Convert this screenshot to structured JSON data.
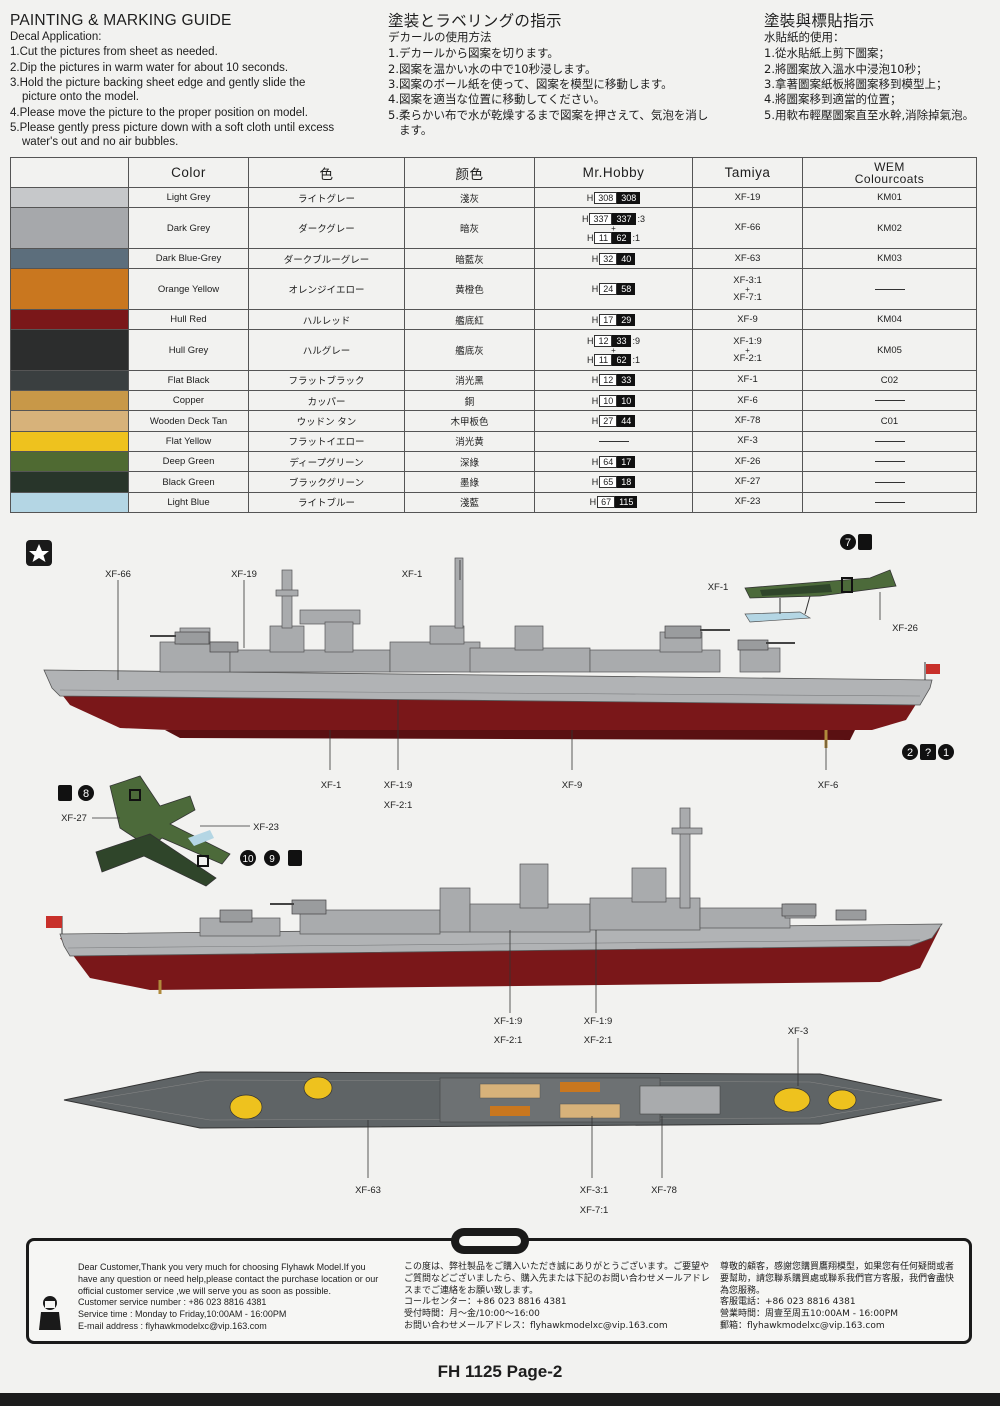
{
  "guide": {
    "en": {
      "title": "PAINTING & MARKING GUIDE",
      "sub": "Decal Application:",
      "steps": [
        "1.Cut the pictures from sheet as needed.",
        "2.Dip the pictures in warm water for about  10 seconds.",
        "3.Hold the picture backing sheet edge and gently slide the picture onto the model.",
        "4.Please move the picture to the proper position on model.",
        "5.Please gently press picture down with a soft cloth until excess water's out and no air bubbles."
      ]
    },
    "jp": {
      "title": "塗装とラベリングの指示",
      "sub": "デカールの使用方法",
      "steps": [
        "1.デカールから図案を切ります。",
        "2.図案を温かい水の中で10秒浸します。",
        "3.図案のボール紙を使って、図案を模型に移動します。",
        "4.図案を適当な位置に移動してください。",
        "5.柔らかい布で水が乾燥するまで図案を押さえて、気泡を消します。"
      ]
    },
    "zh": {
      "title": "塗裝與標貼指示",
      "sub": "水貼紙的使用：",
      "steps": [
        "1.從水貼紙上剪下圖案；",
        "2.將圖案放入溫水中浸泡10秒；",
        "3.拿著圖案紙板將圖案移到模型上；",
        "4.將圖案移到適當的位置；",
        "5.用軟布輕壓圖案直至水幹,消除掉氣泡。"
      ]
    }
  },
  "table": {
    "headers": {
      "color": "Color",
      "jp": "色",
      "zh": "颜色",
      "mrhobby": "Mr.Hobby",
      "tamiya": "Tamiya",
      "wem1": "WEM",
      "wem2": "Colourcoats"
    },
    "h_label": "H",
    "rows": [
      {
        "swatch": "#c6c8ca",
        "en": "Light Grey",
        "jp": "ライトグレー",
        "zh": "淺灰",
        "h": [
          [
            "308",
            "308",
            ""
          ]
        ],
        "tamiya": [
          "XF-19"
        ],
        "wem": "KM01"
      },
      {
        "swatch": "#a6a8ab",
        "en": "Dark Grey",
        "jp": "ダークグレー",
        "zh": "暗灰",
        "h": [
          [
            "337",
            "337",
            ":3"
          ],
          [
            "11",
            "62",
            ":1"
          ]
        ],
        "tamiya": [
          "XF-66"
        ],
        "wem": "KM02"
      },
      {
        "swatch": "#5c6e7c",
        "en": "Dark Blue-Grey",
        "jp": "ダークブルーグレー",
        "zh": "暗藍灰",
        "h": [
          [
            "32",
            "40",
            ""
          ]
        ],
        "tamiya": [
          "XF-63"
        ],
        "wem": "KM03"
      },
      {
        "swatch": "#c9771f",
        "en": "Orange Yellow",
        "jp": "オレンジイエロー",
        "zh": "黄橙色",
        "h": [
          [
            "24",
            "58",
            ""
          ]
        ],
        "tamiya": [
          "XF-3:1",
          "XF-7:1"
        ],
        "wem": ""
      },
      {
        "swatch": "#7a1719",
        "en": "Hull Red",
        "jp": "ハルレッド",
        "zh": "艦底紅",
        "h": [
          [
            "17",
            "29",
            ""
          ]
        ],
        "tamiya": [
          "XF-9"
        ],
        "wem": "KM04"
      },
      {
        "swatch": "#2c2d2d",
        "en": "Hull Grey",
        "jp": "ハルグレー",
        "zh": "艦底灰",
        "h": [
          [
            "12",
            "33",
            ":9"
          ],
          [
            "11",
            "62",
            ":1"
          ]
        ],
        "tamiya": [
          "XF-1:9",
          "XF-2:1"
        ],
        "wem": "KM05"
      },
      {
        "swatch": "#3a3f40",
        "en": "Flat Black",
        "jp": "フラットブラック",
        "zh": "消光黑",
        "h": [
          [
            "12",
            "33",
            ""
          ]
        ],
        "tamiya": [
          "XF-1"
        ],
        "wem": "C02"
      },
      {
        "swatch": "#c89848",
        "en": "Copper",
        "jp": "カッパー",
        "zh": "銅",
        "h": [
          [
            "10",
            "10",
            ""
          ]
        ],
        "tamiya": [
          "XF-6"
        ],
        "wem": ""
      },
      {
        "swatch": "#d7b27a",
        "en": "Wooden Deck Tan",
        "jp": "ウッドン タン",
        "zh": "木甲板色",
        "h": [
          [
            "27",
            "44",
            ""
          ]
        ],
        "tamiya": [
          "XF-78"
        ],
        "wem": "C01"
      },
      {
        "swatch": "#eec21e",
        "en": "Flat Yellow",
        "jp": "フラットイエロー",
        "zh": "消光黄",
        "h": [],
        "tamiya": [
          "XF-3"
        ],
        "wem": ""
      },
      {
        "swatch": "#4f6a32",
        "en": "Deep Green",
        "jp": "ディープグリーン",
        "zh": "深綠",
        "h": [
          [
            "64",
            "17",
            ""
          ]
        ],
        "tamiya": [
          "XF-26"
        ],
        "wem": ""
      },
      {
        "swatch": "#28352a",
        "en": "Black Green",
        "jp": "ブラックグリーン",
        "zh": "墨綠",
        "h": [
          [
            "65",
            "18",
            ""
          ]
        ],
        "tamiya": [
          "XF-27"
        ],
        "wem": ""
      },
      {
        "swatch": "#b4d6e4",
        "en": "Light Blue",
        "jp": "ライトブルー",
        "zh": "淺藍",
        "h": [
          [
            "67",
            "115",
            ""
          ]
        ],
        "tamiya": [
          "XF-23"
        ],
        "wem": ""
      }
    ]
  },
  "callouts": {
    "side": [
      "XF-66",
      "XF-19",
      "XF-1",
      "XF-1",
      "XF-26",
      "XF-1",
      "XF-1:9",
      "XF-2:1",
      "XF-9",
      "XF-6"
    ],
    "plane2": [
      "XF-27",
      "XF-23"
    ],
    "side2": [
      "XF-1:9",
      "XF-2:1",
      "XF-1:9",
      "XF-2:1"
    ],
    "top": [
      "XF-3",
      "XF-63",
      "XF-3:1",
      "XF-7:1",
      "XF-78"
    ],
    "markers": {
      "a": "7",
      "b": "8",
      "c": "10",
      "d": "9",
      "e": "2",
      "f": "?",
      "g": "1"
    }
  },
  "footer": {
    "en": [
      "Dear Customer,Thank you very much for choosing Flyhawk Model.If you",
      "have any question or need help,please contact the purchase location or our",
      "official customer service ,we will serve you as soon as possible.",
      "Customer service number : +86 023 8816 4381",
      "Service time : Monday to Friday,10:00AM - 16:00PM",
      "E-mail address : flyhawkmodelxc@vip.163.com"
    ],
    "jp": [
      "この度は、弊社製品をご購入いただき誠にありがとうございます。ご要望や",
      "ご質問などございましたら、購入先または下記のお問い合わせメールアドレ",
      "スまでご連絡をお願い致します。",
      "コールセンター：+86 023 8816 4381",
      "受付時間：月～金/10:00～16:00",
      "お問い合わせメールアドレス：flyhawkmodelxc@vip.163.com"
    ],
    "zh": [
      "尊敬的顧客，感謝您購買鷹翔模型，如果您有任何疑問或者",
      "要幫助，請您聯系購買處或聯系我們官方客服，我們會盡快",
      "為您服務。",
      "客服電話：+86 023 8816 4381",
      "營業時間：周壹至周五10:00AM - 16:00PM",
      "郵箱：flyhawkmodelxc@vip.163.com"
    ],
    "page": "FH 1125  Page-2"
  },
  "colors": {
    "hullGrey": "#a9abad",
    "hullRed": "#7a1719",
    "deck": "#5f6466",
    "plane": "#4c6a3a",
    "wood": "#d7b27a",
    "yellow": "#eec21e"
  }
}
